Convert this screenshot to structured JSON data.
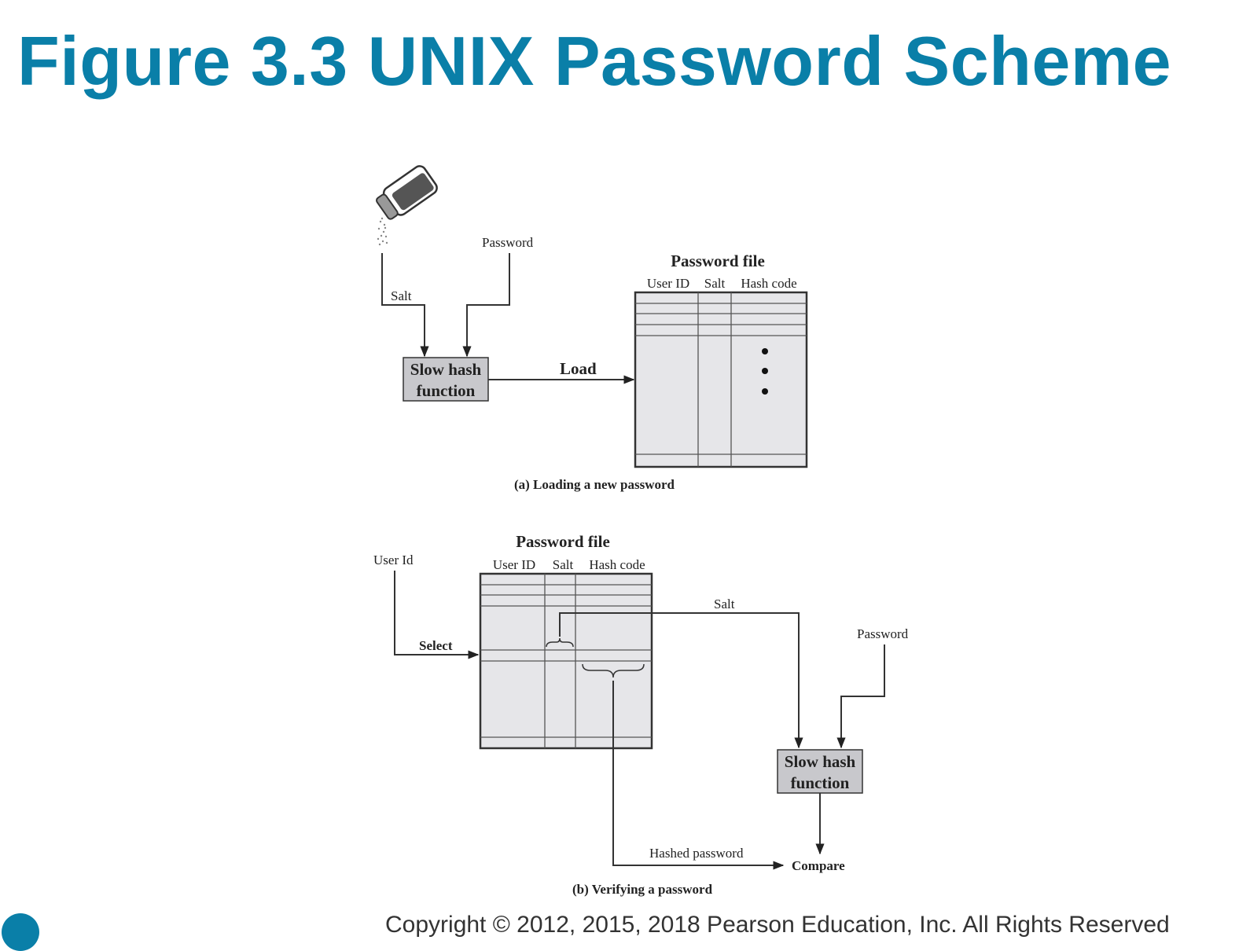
{
  "title": "Figure 3.3 UNIX Password Scheme",
  "colors": {
    "title": "#0a7fa8",
    "table_fill": "#e6e6e9",
    "box_fill": "#c8c8cc",
    "line": "#333333"
  },
  "part_a": {
    "password_label": "Password",
    "salt_label": "Salt",
    "hash_box": [
      "Slow hash",
      "function"
    ],
    "load_label": "Load",
    "file_title": "Password file",
    "columns": [
      "User ID",
      "Salt",
      "Hash code"
    ],
    "caption": "(a) Loading a new password"
  },
  "part_b": {
    "userid_label": "User Id",
    "select_label": "Select",
    "file_title": "Password file",
    "columns": [
      "User ID",
      "Salt",
      "Hash code"
    ],
    "salt_label": "Salt",
    "password_label": "Password",
    "hash_box": [
      "Slow hash",
      "function"
    ],
    "hashed_label": "Hashed password",
    "compare_label": "Compare",
    "caption": "(b) Verifying a password"
  },
  "footer": "Copyright © 2012, 2015, 2018 Pearson Education, Inc. All Rights Reserved"
}
